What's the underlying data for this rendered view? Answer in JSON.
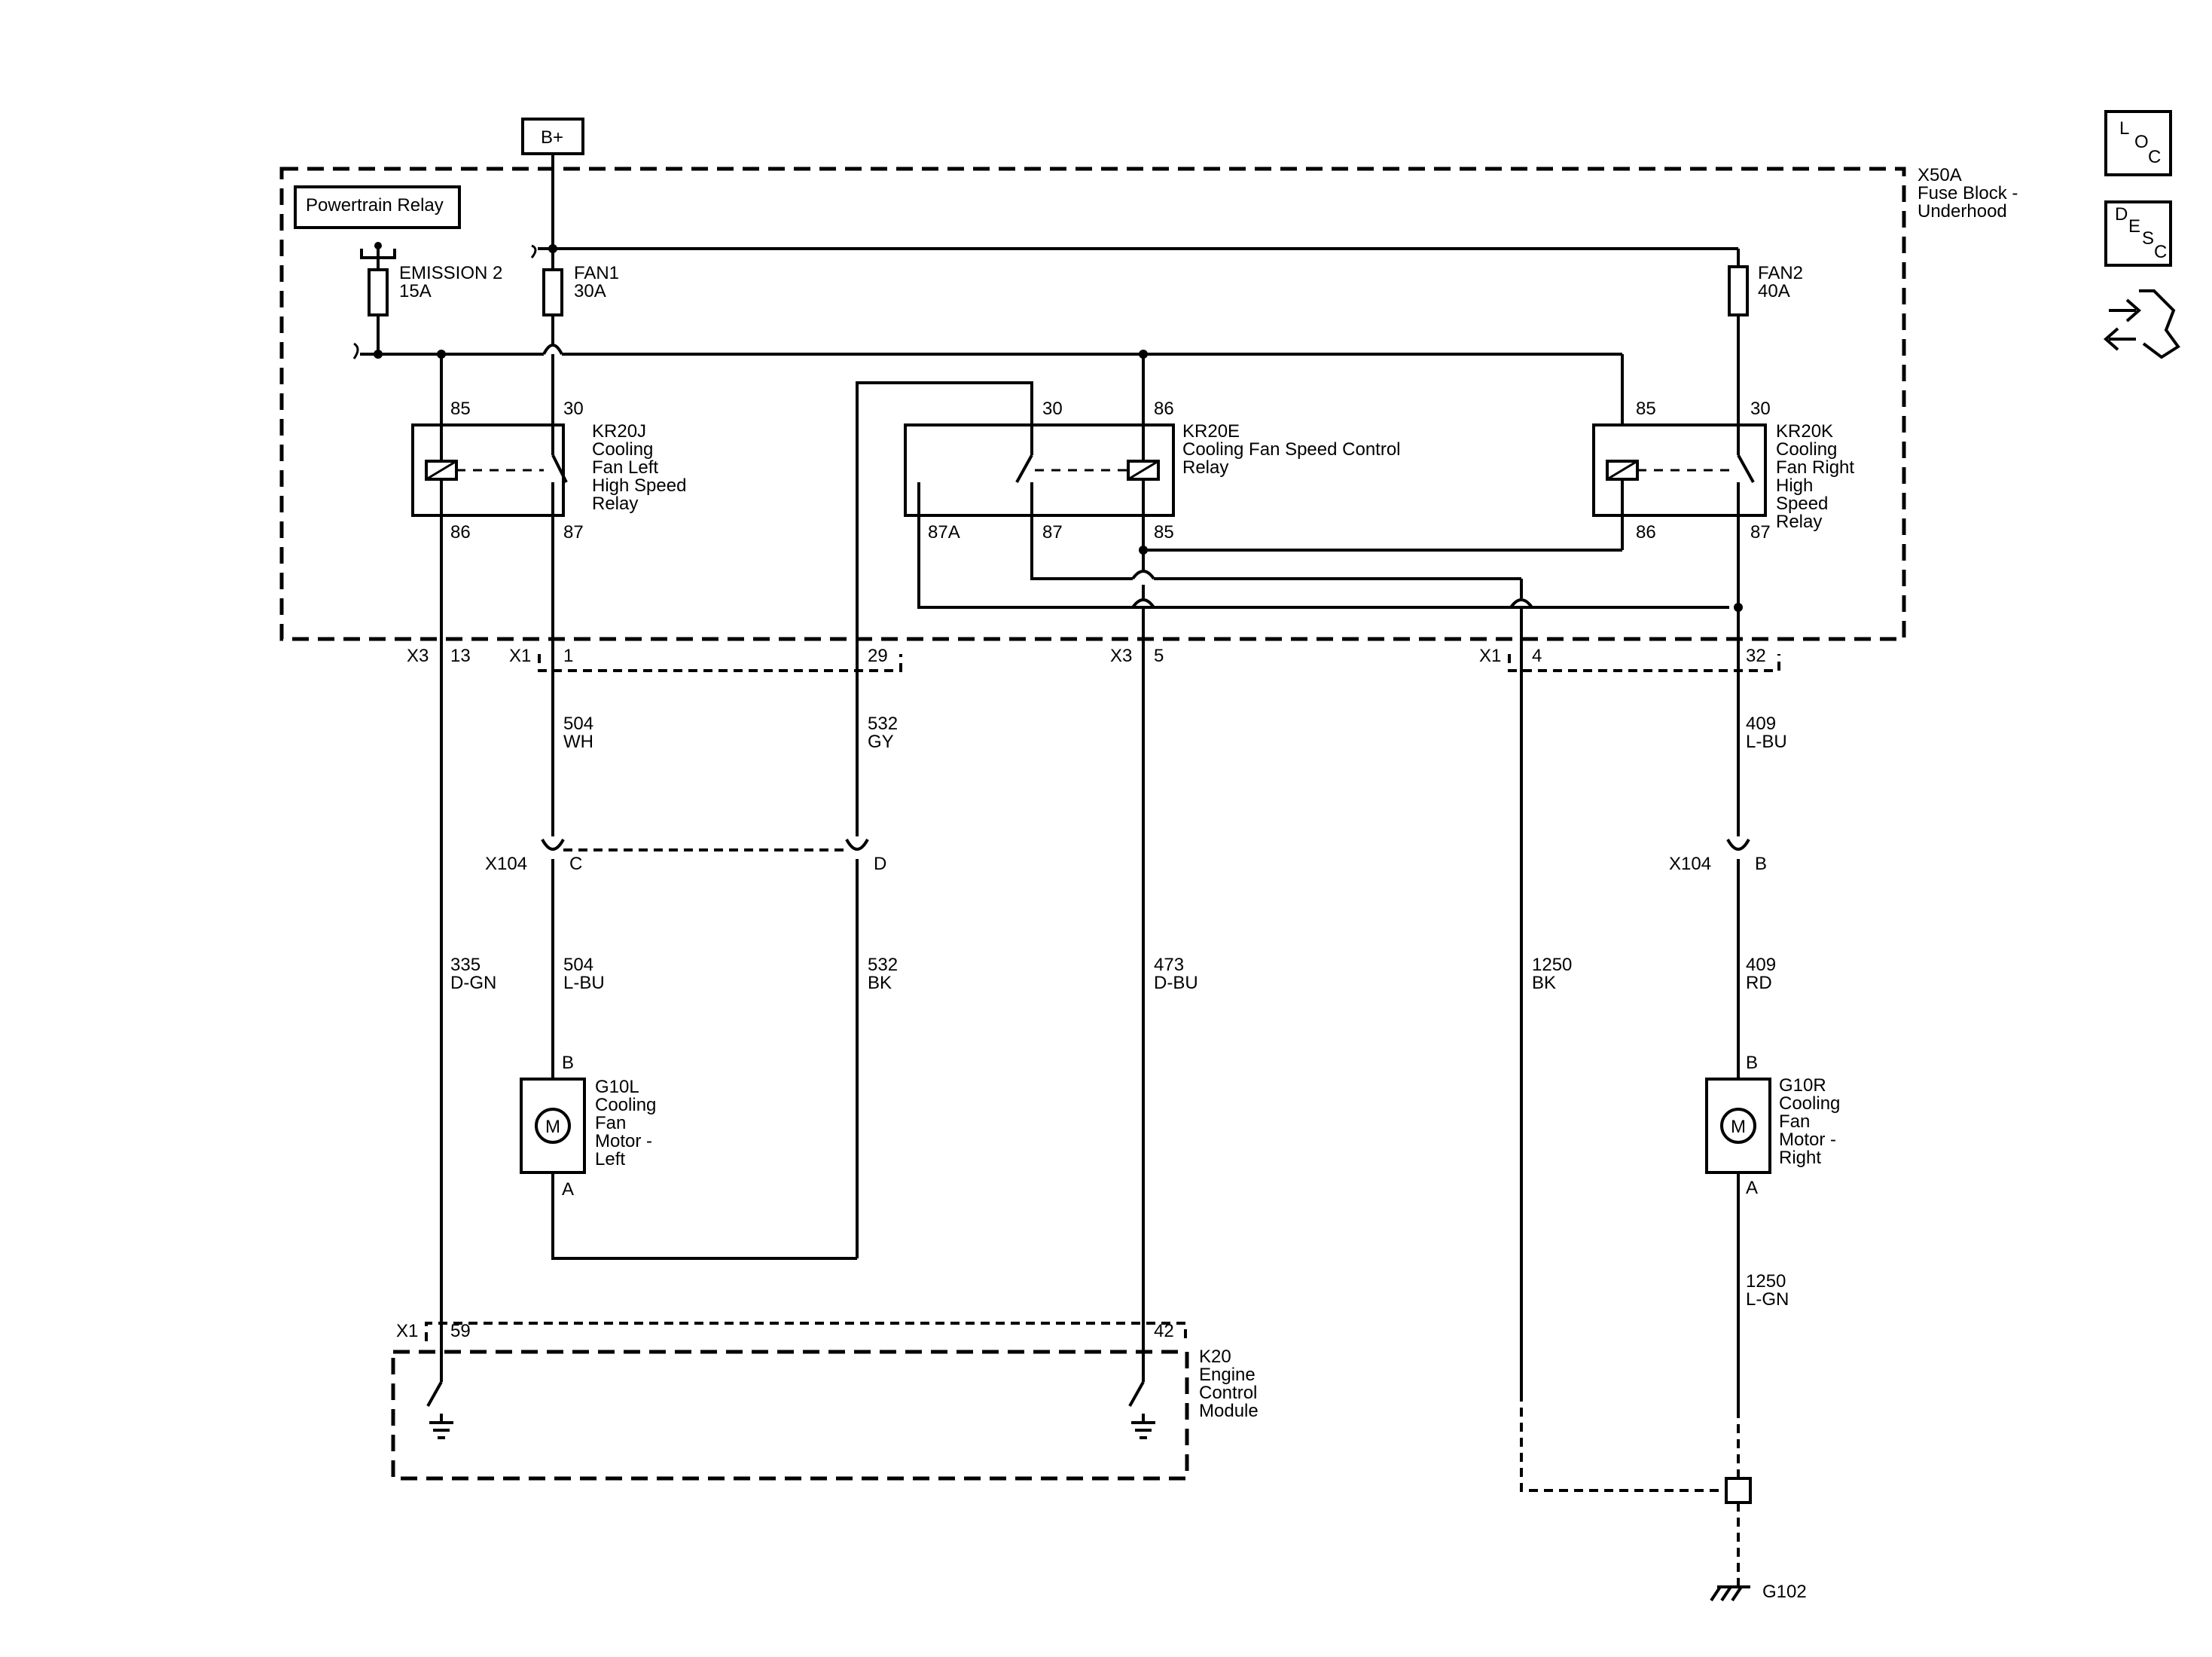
{
  "power": {
    "bplus": "B+"
  },
  "fuse_block": {
    "id": "X50A",
    "name": "Fuse Block -",
    "name2": "Underhood"
  },
  "powertrain_relay": "Powertrain Relay",
  "fuses": [
    {
      "name": "EMISSION 2",
      "rating": "15A"
    },
    {
      "name": "FAN1",
      "rating": "30A"
    },
    {
      "name": "FAN2",
      "rating": "40A"
    }
  ],
  "relays": {
    "kr20j": {
      "id": "KR20J",
      "desc": [
        "Cooling",
        "Fan Left",
        "High Speed",
        "Relay"
      ],
      "pins": {
        "p85": "85",
        "p30": "30",
        "p86": "86",
        "p87": "87"
      }
    },
    "kr20e": {
      "id": "KR20E",
      "desc": [
        "Cooling Fan Speed Control",
        "Relay"
      ],
      "pins": {
        "p30": "30",
        "p86": "86",
        "p87a": "87A",
        "p87": "87",
        "p85": "85"
      }
    },
    "kr20k": {
      "id": "KR20K",
      "desc": [
        "Cooling",
        "Fan Right",
        "High",
        "Speed",
        "Relay"
      ],
      "pins": {
        "p85": "85",
        "p30": "30",
        "p86": "86",
        "p87": "87"
      }
    }
  },
  "connectors": {
    "x3": "X3",
    "x1": "X1",
    "x104": "X104",
    "pins": {
      "p13": "13",
      "p1": "1",
      "p29": "29",
      "p5": "5",
      "p4": "4",
      "p32": "32",
      "pc": "C",
      "pd": "D",
      "pb": "B",
      "p59": "59",
      "p42": "42"
    }
  },
  "wires": {
    "w504_wh": {
      "num": "504",
      "color": "WH"
    },
    "w532_gy": {
      "num": "532",
      "color": "GY"
    },
    "w409_lbu": {
      "num": "409",
      "color": "L-BU"
    },
    "w335": {
      "num": "335",
      "color": "D-GN"
    },
    "w504_lbu": {
      "num": "504",
      "color": "L-BU"
    },
    "w532_bk": {
      "num": "532",
      "color": "BK"
    },
    "w473": {
      "num": "473",
      "color": "D-BU"
    },
    "w1250_bk": {
      "num": "1250",
      "color": "BK"
    },
    "w409_rd": {
      "num": "409",
      "color": "RD"
    },
    "w1250_lgn": {
      "num": "1250",
      "color": "L-GN"
    }
  },
  "motors": {
    "left": {
      "id": "G10L",
      "desc": [
        "Cooling",
        "Fan",
        "Motor -",
        "Left"
      ],
      "symbol": "M",
      "pin_b": "B",
      "pin_a": "A"
    },
    "right": {
      "id": "G10R",
      "desc": [
        "Cooling",
        "Fan",
        "Motor -",
        "Right"
      ],
      "symbol": "M",
      "pin_b": "B",
      "pin_a": "A"
    }
  },
  "ecm": {
    "id": "K20",
    "desc": [
      "Engine",
      "Control",
      "Module"
    ]
  },
  "ground": {
    "id": "G102"
  },
  "sidebar": {
    "loc": [
      "L",
      "O",
      "C"
    ],
    "desc": [
      "D",
      "E",
      "S",
      "C"
    ],
    "icons": [
      "connector-end-view-icon"
    ]
  }
}
